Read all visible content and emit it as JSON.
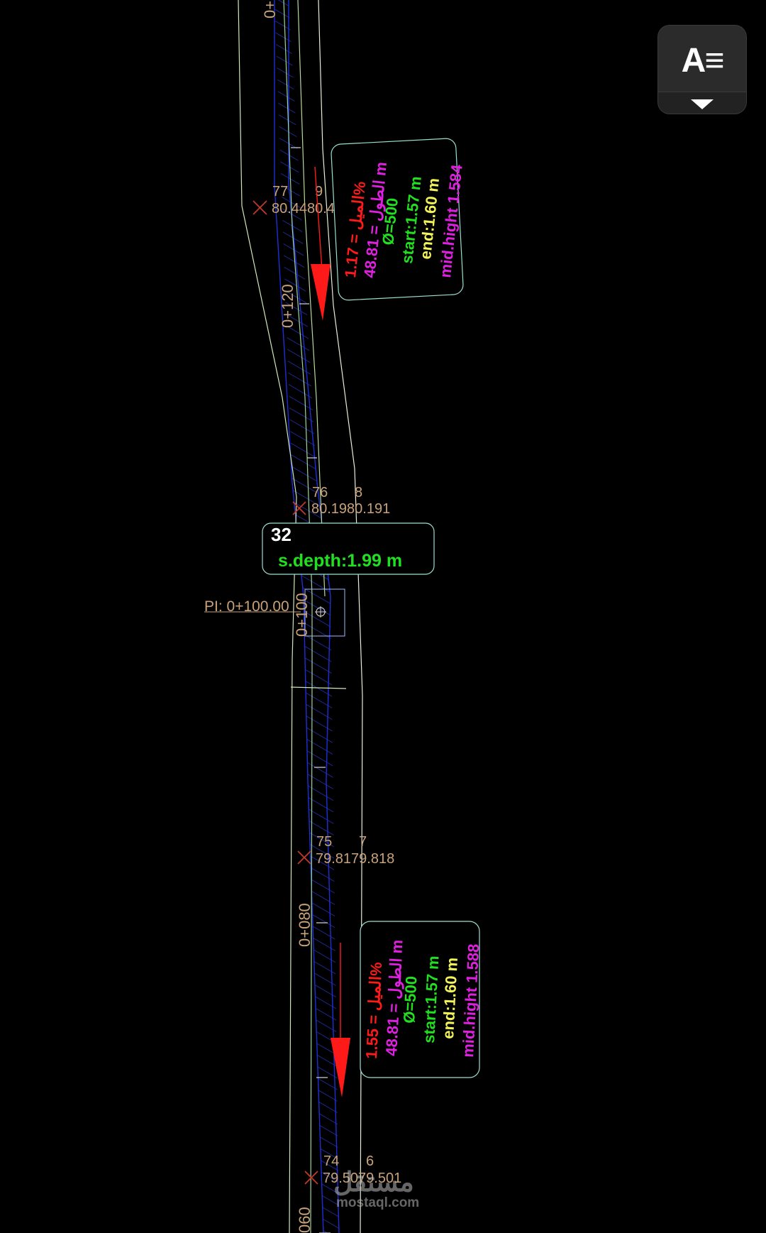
{
  "toolbar": {
    "text_style_icon": "AE-text-style-icon",
    "dropdown_icon": "chevron-down-icon"
  },
  "colors": {
    "background": "#000000",
    "road_edge": "#d9f2c4",
    "pipe_outline": "#1f2fd6",
    "hatch": "#2a35c8",
    "point_marker": "#c0392b",
    "label": "#c8a27a",
    "arrow": "#ff1a1a",
    "callout_border": "#9adfd0"
  },
  "chainages": {
    "top": "0+",
    "c120": "0+120",
    "c100": "0+100",
    "c080": "0+080",
    "bottom": "060"
  },
  "points": [
    {
      "id": "77",
      "pair": "9",
      "levels": "80.4480.44"
    },
    {
      "id": "76",
      "pair": "8",
      "levels": "80.1980.191"
    },
    {
      "id": "75",
      "pair": "7",
      "levels": "79.8179.818"
    },
    {
      "id": "74",
      "pair": "6",
      "levels": "79.5079.501"
    }
  ],
  "pi_label": "PI:  0+100.00",
  "manhole": {
    "number": "32",
    "depth_label": "s.depth:1.99 m"
  },
  "pipe_segments": [
    {
      "slope": "الميل = 1.17%",
      "length": "الطول = 48.81 m",
      "diameter": "Ø=500",
      "start": "start:1.57 m",
      "end": "end:1.60 m",
      "mid": "mid.hight  1.584"
    },
    {
      "slope": "الميل = 1.55%",
      "length": "الطول = 48.81 m",
      "diameter": "Ø=500",
      "start": "start:1.57 m",
      "end": "end:1.60 m",
      "mid": "mid.hight  1.588"
    }
  ],
  "watermark": {
    "arabic": "مستقل",
    "latin": "mostaql.com"
  }
}
